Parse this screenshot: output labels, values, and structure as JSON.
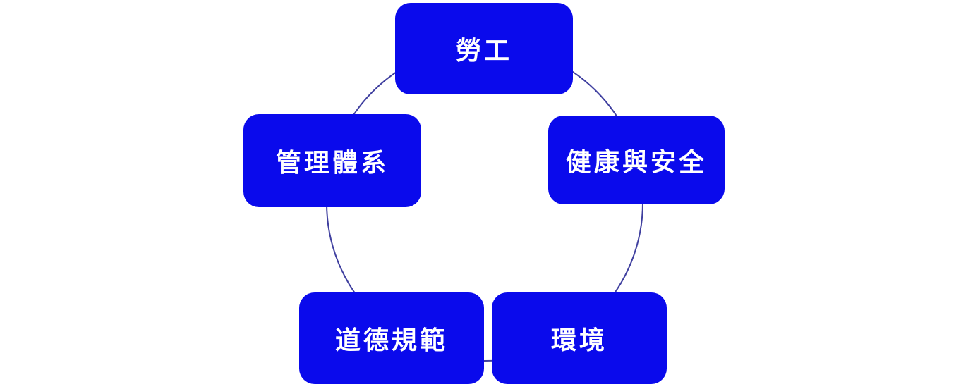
{
  "diagram": {
    "type": "cycle",
    "node_fill_color": "#0a0aec",
    "node_text_color": "#ffffff",
    "circle_stroke_color": "#3f3f9f",
    "nodes": [
      {
        "id": "labor",
        "label": "勞工"
      },
      {
        "id": "management-system",
        "label": "管理體系"
      },
      {
        "id": "health-safety",
        "label": "健康與安全"
      },
      {
        "id": "ethics",
        "label": "道德規範"
      },
      {
        "id": "environment",
        "label": "環境"
      }
    ]
  }
}
